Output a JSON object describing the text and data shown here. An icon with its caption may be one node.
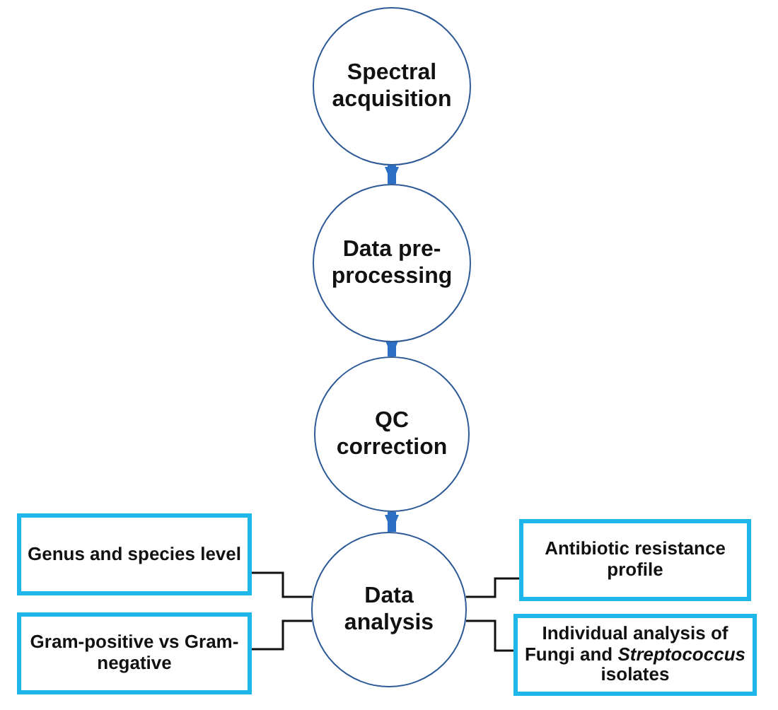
{
  "diagram": {
    "nodes": [
      {
        "text": [
          "Spectral acquisition"
        ]
      },
      {
        "text": [
          "Data pre-processing"
        ]
      },
      {
        "text": [
          "QC correction"
        ]
      },
      {
        "text": [
          "Data analysis"
        ]
      },
      {
        "text": [
          "Genus and species level"
        ]
      },
      {
        "text": [
          "Antibiotic resistance profile"
        ]
      },
      {
        "text": [
          "Gram-positive vs Gram-negative"
        ]
      },
      {
        "text": [
          "Individual analysis of Fungi and *Streptococcus* isolates"
        ]
      }
    ],
    "edges": [
      {
        "from": 0,
        "to": 1,
        "arrow": "to",
        "style": "thick",
        "color": "#2c6fc4"
      },
      {
        "from": 1,
        "to": 2,
        "arrow": "to",
        "style": "thick",
        "color": "#2c6fc4"
      },
      {
        "from": 2,
        "to": 3,
        "arrow": "to",
        "style": "thick",
        "color": "#2c6fc4"
      },
      {
        "from": 3,
        "to": 4,
        "arrow": "none"
      },
      {
        "from": 3,
        "to": 5,
        "arrow": "none"
      },
      {
        "from": 3,
        "to": 6,
        "arrow": "none"
      },
      {
        "from": 3,
        "to": 7,
        "arrow": "none"
      }
    ]
  }
}
